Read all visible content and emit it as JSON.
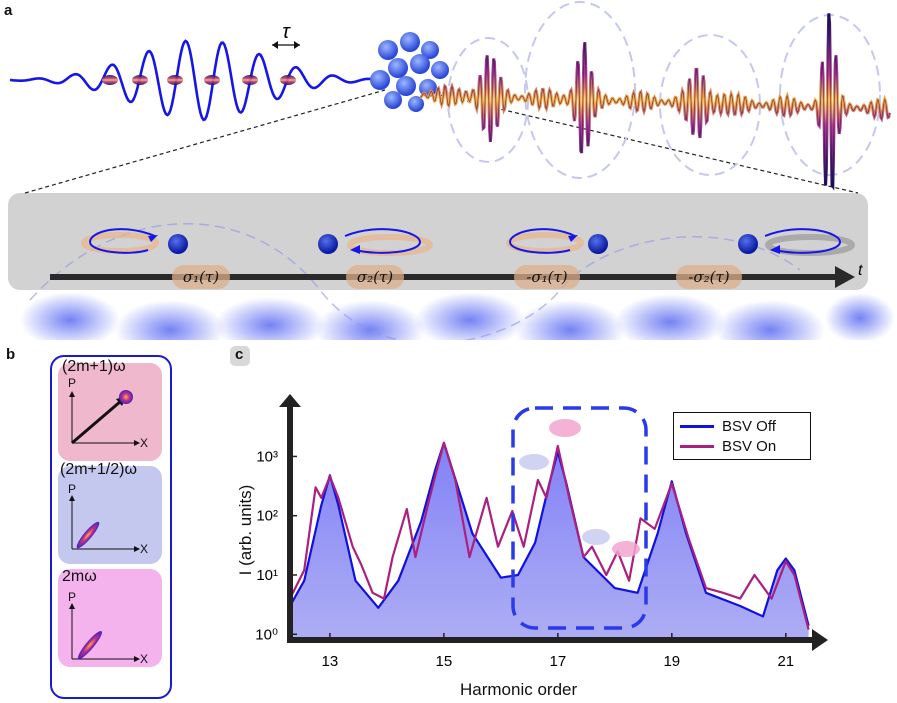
{
  "panel_a": {
    "letter": "a",
    "tau_label": "τ",
    "t_label": "t",
    "pills": [
      "σ₁(τ)",
      "σ₂(τ)",
      "-σ₁(τ)",
      "-σ₂(τ)"
    ]
  },
  "panel_b": {
    "letter": "b",
    "boxes": [
      {
        "label": "(2m+1)ω",
        "color": "#f0b8cc",
        "p_axis": "P",
        "x_axis": "X"
      },
      {
        "label": "(2m+1/2)ω",
        "color": "#c4c8ee",
        "p_axis": "P",
        "x_axis": "X"
      },
      {
        "label": "2mω",
        "color": "#f5b3ee",
        "p_axis": "P",
        "x_axis": "X"
      }
    ]
  },
  "panel_c": {
    "letter": "c"
  },
  "chart_data": {
    "type": "line",
    "xlabel": "Harmonic order",
    "ylabel": "I (arb. units)",
    "xlim": [
      12.3,
      21.6
    ],
    "ylim": [
      0.8,
      5000
    ],
    "yscale": "log",
    "xticks": [
      13,
      15,
      17,
      19,
      21
    ],
    "yticks": [
      "10⁰",
      "10¹",
      "10²",
      "10³"
    ],
    "legend_position": "top-right",
    "series": [
      {
        "name": "BSV Off",
        "color": "#1010e0",
        "points": [
          [
            12.3,
            3
          ],
          [
            12.55,
            8
          ],
          [
            12.85,
            150
          ],
          [
            13.0,
            480
          ],
          [
            13.15,
            150
          ],
          [
            13.45,
            8
          ],
          [
            13.85,
            2.8
          ],
          [
            14.2,
            8
          ],
          [
            14.6,
            80
          ],
          [
            14.85,
            600
          ],
          [
            15.0,
            1700
          ],
          [
            15.15,
            600
          ],
          [
            15.5,
            50
          ],
          [
            16.0,
            9
          ],
          [
            16.3,
            10
          ],
          [
            16.6,
            35
          ],
          [
            16.85,
            350
          ],
          [
            17.0,
            1200
          ],
          [
            17.15,
            350
          ],
          [
            17.45,
            20
          ],
          [
            18.0,
            6
          ],
          [
            18.4,
            5
          ],
          [
            18.75,
            50
          ],
          [
            19.0,
            380
          ],
          [
            19.25,
            50
          ],
          [
            19.6,
            5
          ],
          [
            20.2,
            3
          ],
          [
            20.6,
            2
          ],
          [
            20.85,
            12
          ],
          [
            21.0,
            19
          ],
          [
            21.15,
            12
          ],
          [
            21.4,
            1.4
          ]
        ]
      },
      {
        "name": "BSV On",
        "color": "#aa2080",
        "points": [
          [
            12.3,
            4
          ],
          [
            12.55,
            12
          ],
          [
            12.75,
            300
          ],
          [
            12.85,
            200
          ],
          [
            13.0,
            460
          ],
          [
            13.15,
            200
          ],
          [
            13.4,
            30
          ],
          [
            13.55,
            15
          ],
          [
            13.75,
            5
          ],
          [
            13.95,
            4
          ],
          [
            14.1,
            20
          ],
          [
            14.35,
            130
          ],
          [
            14.5,
            20
          ],
          [
            14.75,
            200
          ],
          [
            15.0,
            1700
          ],
          [
            15.2,
            400
          ],
          [
            15.45,
            20
          ],
          [
            15.75,
            200
          ],
          [
            15.95,
            30
          ],
          [
            16.2,
            120
          ],
          [
            16.4,
            30
          ],
          [
            16.65,
            400
          ],
          [
            16.8,
            200
          ],
          [
            17.0,
            1500
          ],
          [
            17.2,
            200
          ],
          [
            17.45,
            20
          ],
          [
            17.6,
            30
          ],
          [
            17.85,
            10
          ],
          [
            18.05,
            25
          ],
          [
            18.25,
            8
          ],
          [
            18.45,
            90
          ],
          [
            18.7,
            60
          ],
          [
            19.0,
            350
          ],
          [
            19.3,
            40
          ],
          [
            19.6,
            6
          ],
          [
            19.9,
            5
          ],
          [
            20.2,
            4
          ],
          [
            20.45,
            10
          ],
          [
            20.75,
            4
          ],
          [
            21.0,
            17
          ],
          [
            21.15,
            10
          ],
          [
            21.4,
            1.2
          ]
        ]
      }
    ]
  }
}
